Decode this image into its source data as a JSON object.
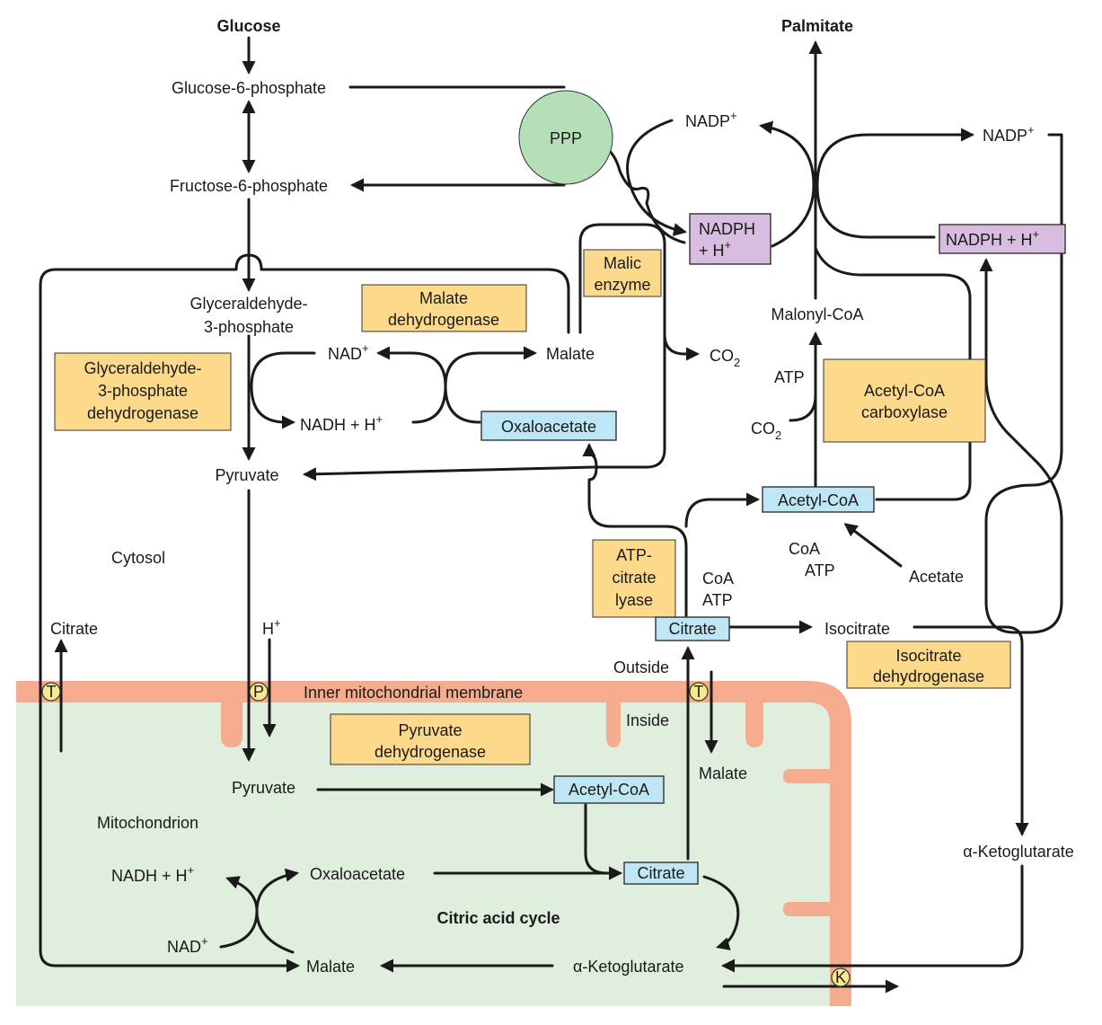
{
  "colors": {
    "enzyme_box": "#fcd98b",
    "metabolite_box": "#bfe6f5",
    "nadph_box": "#d9bde0",
    "ppp_circle": "#b5dfb7",
    "membrane": "#f5ac8e",
    "mitochondrion": "#dfeedd",
    "transporter": "#f6ea8c"
  },
  "titles": {
    "glucose": "Glucose",
    "palmitate": "Palmitate"
  },
  "cytosol": {
    "g6p": "Glucose-6-phosphate",
    "f6p": "Fructose-6-phosphate",
    "ppp": "PPP",
    "gap_line1": "Glyceraldehyde-",
    "gap_line2": "3-phosphate",
    "nad": "NAD",
    "nadh": "NADH + H",
    "malate": "Malate",
    "oxaloacetate": "Oxaloacetate",
    "pyruvate": "Pyruvate",
    "co2_malic": "CO",
    "nadp_left": "NADP",
    "nadph_left_1": "NADPH",
    "nadph_left_2": "+ H",
    "nadp_right": "NADP",
    "nadph_right": "NADPH + H",
    "malonyl_coa": "Malonyl-CoA",
    "atp_acc": "ATP",
    "co2_acc": "CO",
    "acetyl_coa": "Acetyl-CoA",
    "coa_right": "CoA",
    "atp_right": "ATP",
    "acetate": "Acetate",
    "coa_acl": "CoA",
    "atp_acl": "ATP",
    "citrate": "Citrate",
    "isocitrate": "Isocitrate",
    "alpha_kg": "α-Ketoglutarate",
    "citrate_left": "Citrate",
    "h_plus": "H",
    "cytosol_label": "Cytosol",
    "outside_label": "Outside",
    "superscript_plus": "+",
    "subscript_2": "2"
  },
  "enzymes": {
    "malate_dh_1": "Malate",
    "malate_dh_2": "dehydrogenase",
    "malic_1": "Malic",
    "malic_2": "enzyme",
    "gapdh_1": "Glyceraldehyde-",
    "gapdh_2": "3-phosphate",
    "gapdh_3": "dehydrogenase",
    "acc_1": "Acetyl-CoA",
    "acc_2": "carboxylase",
    "acl_1": "ATP-",
    "acl_2": "citrate",
    "acl_3": "lyase",
    "idh_1": "Isocitrate",
    "idh_2": "dehydrogenase",
    "pdh_1": "Pyruvate",
    "pdh_2": "dehydrogenase"
  },
  "membrane": {
    "label": "Inner mitochondrial membrane",
    "inside_label": "Inside",
    "transporter_t": "T",
    "transporter_p": "P",
    "transporter_k": "K"
  },
  "mito": {
    "label": "Mitochondrion",
    "pyruvate": "Pyruvate",
    "acetyl_coa": "Acetyl-CoA",
    "malate_top": "Malate",
    "nadh": "NADH + H",
    "oxaloacetate": "Oxaloacetate",
    "citrate": "Citrate",
    "nad": "NAD",
    "cycle_label": "Citric acid cycle",
    "malate": "Malate",
    "alpha_kg": "α-Ketoglutarate"
  }
}
